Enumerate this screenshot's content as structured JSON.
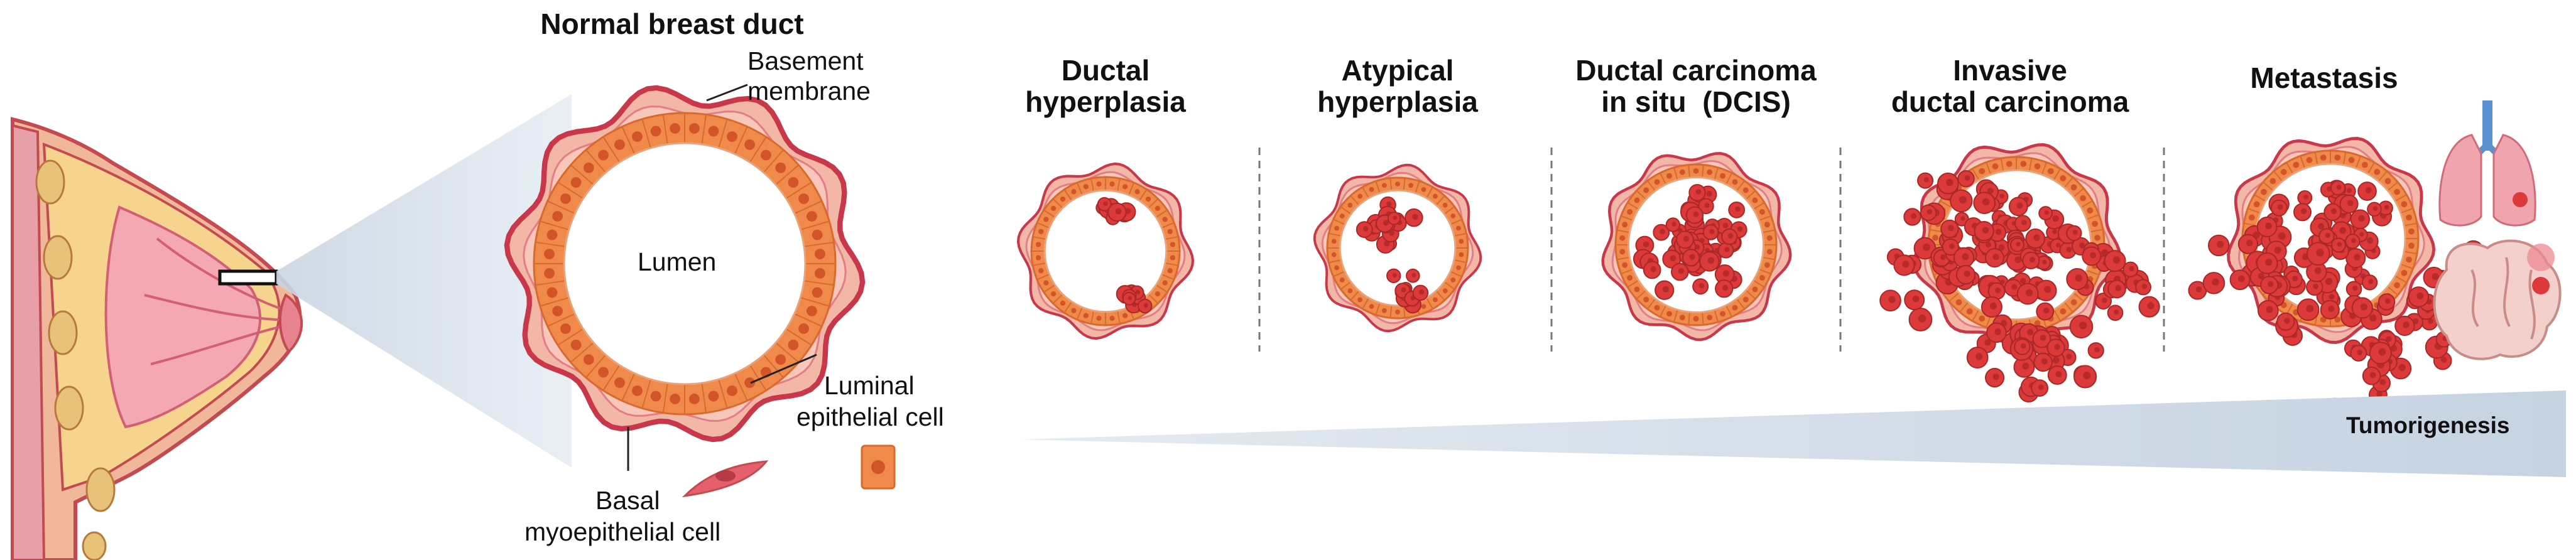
{
  "normal_duct": {
    "title": "Normal breast duct",
    "basement_label_1": "Basement",
    "basement_label_2": "membrane",
    "lumen_label": "Lumen",
    "luminal_label_1": "Luminal",
    "luminal_label_2": "epithelial cell",
    "basal_label_1": "Basal",
    "basal_label_2": "myoepithelial cell"
  },
  "stages": [
    {
      "line1": "Ductal",
      "line2": "hyperplasia"
    },
    {
      "line1": "Atypical",
      "line2": "hyperplasia"
    },
    {
      "line1": "Ductal carcinoma",
      "line2": "in situ  (DCIS)"
    },
    {
      "line1": "Invasive",
      "line2": "ductal carcinoma"
    },
    {
      "line1": "Metastasis",
      "line2": ""
    }
  ],
  "progression": {
    "label": "Tumorigenesis"
  },
  "colors": {
    "tissue_pink": "#f3b7a8",
    "membrane_red": "#c8384a",
    "epithelial_orange": "#ef8a4a",
    "nucleus": "#d4542a",
    "tumor_red": "#dc3a3a",
    "wedge_blue": "#d3dde8"
  }
}
